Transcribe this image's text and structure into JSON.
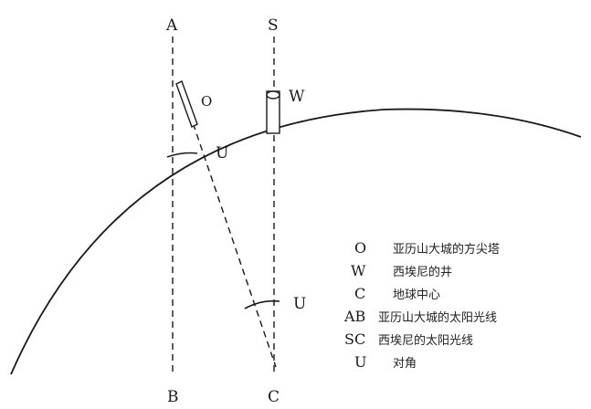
{
  "diagram": {
    "points": {
      "A": "A",
      "B": "B",
      "S": "S",
      "C": "C",
      "O": "O",
      "W": "W",
      "U_top": "U",
      "U_bottom": "U"
    },
    "legend": [
      {
        "key": "O",
        "text": "亚历山大城的方尖塔"
      },
      {
        "key": "W",
        "text": "西埃尼的井"
      },
      {
        "key": "C",
        "text": "地球中心"
      },
      {
        "key": "AB",
        "text": "亚历山大城的太阳光线"
      },
      {
        "key": "SC",
        "text": "西埃尼的太阳光线"
      },
      {
        "key": "U",
        "text": "对角"
      }
    ]
  }
}
